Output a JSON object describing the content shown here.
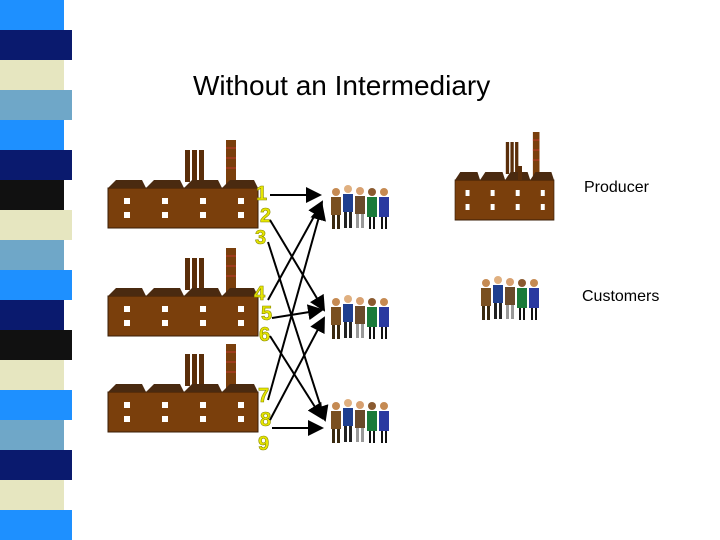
{
  "title": "Without an Intermediary",
  "legend": {
    "producer_label": "Producer",
    "customers_label": "Customers"
  },
  "factory_numbers": [
    [
      "1",
      "2",
      "3"
    ],
    [
      "4",
      "5",
      "6"
    ],
    [
      "7",
      "8",
      "9"
    ]
  ],
  "colors": {
    "strip": [
      "#1e90ff",
      "#0a1a6e",
      "#e6e6c0",
      "#6fa7c8",
      "#111111"
    ],
    "building": "#7a3f0c",
    "roof": "#4a2a10",
    "arrow": "#000000",
    "number": "#e6e600"
  },
  "icons": [
    "factory-icon",
    "customer-group-icon",
    "producer-icon"
  ]
}
